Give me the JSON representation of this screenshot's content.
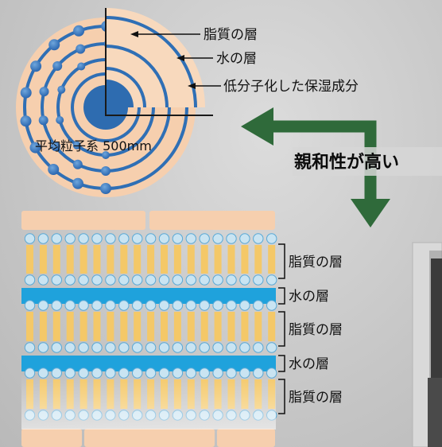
{
  "particle": {
    "label_lipid": "脂質の層",
    "label_water": "水の層",
    "label_ingredient": "低分子化した保湿成分",
    "size_label": "平均粒子系 500mm"
  },
  "headline": "親和性が高い",
  "skin_layers": [
    {
      "label": "脂質の層"
    },
    {
      "label": "水の層"
    },
    {
      "label": "脂質の層"
    },
    {
      "label": "水の層"
    },
    {
      "label": "脂質の層"
    }
  ],
  "colors": {
    "peach": "#f6cfae",
    "blue": "#2f6fb5",
    "water": "#1fa2dc",
    "lipid": "#f4c868",
    "arrow": "#2f6a3a",
    "membrane": "#c9e4f2"
  }
}
